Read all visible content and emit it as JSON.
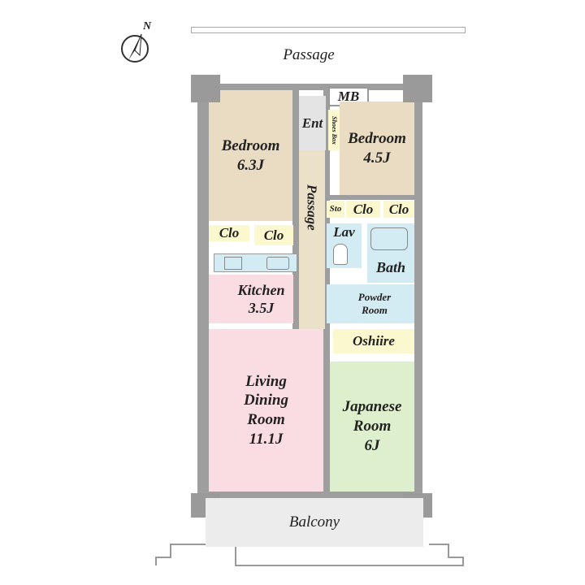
{
  "compass": {
    "label": "N"
  },
  "outside": {
    "passage": "Passage",
    "balcony": "Balcony"
  },
  "rooms": {
    "bedroom1": "Bedroom\n6.3J",
    "bedroom2": "Bedroom\n4.5J",
    "ent": "Ent",
    "mb": "MB",
    "shoes_box": "Shoes Box",
    "passage": "Passage",
    "sto": "Sto",
    "clo1": "Clo",
    "clo2": "Clo",
    "clo3": "Clo",
    "clo4": "Clo",
    "lav": "Lav",
    "bath": "Bath",
    "powder": "Powder\nRoom",
    "kitchen": "Kitchen\n3.5J",
    "oshiire": "Oshiire",
    "living": "Living\nDining\nRoom\n11.1J",
    "japanese": "Japanese\nRoom\n6J"
  },
  "colors": {
    "wall": "#9e9e9e",
    "bedroom": "#e9dcc2",
    "closet": "#fbf8cf",
    "wet": "#d3ecf3",
    "pink": "#f9dde2",
    "japanese": "#ddefcc"
  }
}
